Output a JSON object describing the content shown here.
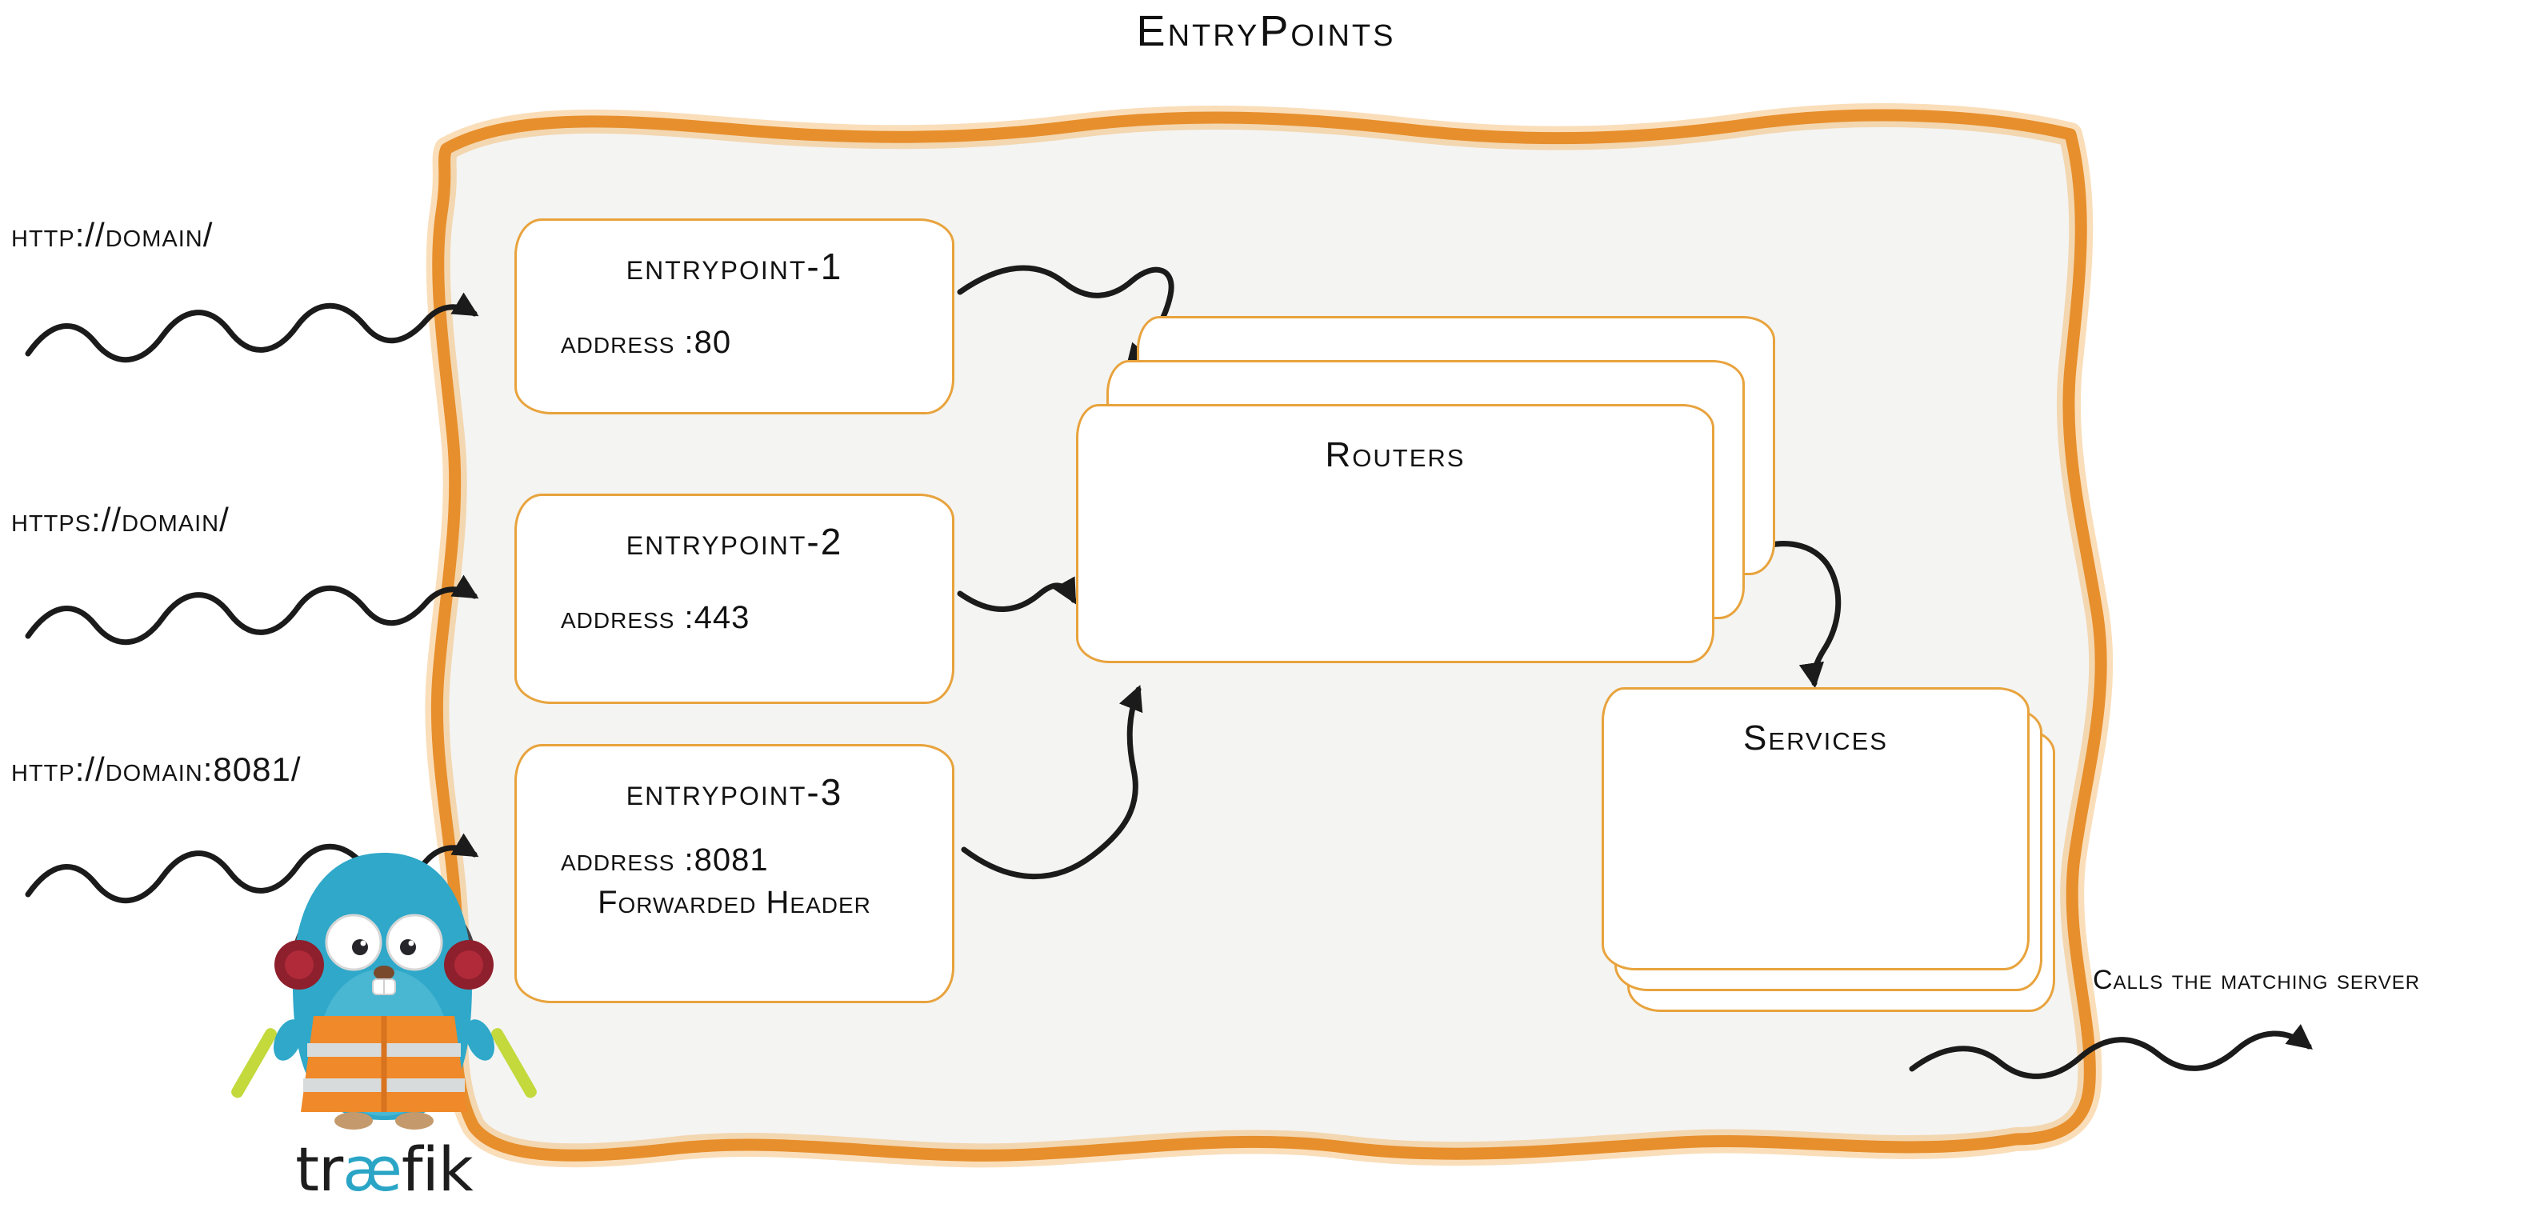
{
  "title": "EntryPoints",
  "incoming_requests": [
    {
      "label": "http://domain/"
    },
    {
      "label": "https://domain/"
    },
    {
      "label": "http://domain:8081/"
    }
  ],
  "entrypoints": [
    {
      "name": "entrypoint-1",
      "address": "address :80"
    },
    {
      "name": "entrypoint-2",
      "address": "address :443"
    },
    {
      "name": "entrypoint-3",
      "address": "address :8081",
      "extra": "Forwarded Header"
    }
  ],
  "routers_label": "Routers",
  "services_label": "Services",
  "exit_note": "Calls the matching server",
  "logo": {
    "pre": "tr",
    "ae": "æ",
    "post": "fik"
  },
  "colors": {
    "accent_orange": "#e8912f",
    "box_border": "#e8a33d",
    "panel_fill": "#f4f4f2",
    "arrow_black": "#1b1b1b",
    "gopher_blue": "#2fa8c9",
    "vest_orange": "#ef8929",
    "headphone_red": "#8e1f2c",
    "stick_green": "#c3d93c",
    "logo_ae_teal": "#2aa5c6"
  }
}
